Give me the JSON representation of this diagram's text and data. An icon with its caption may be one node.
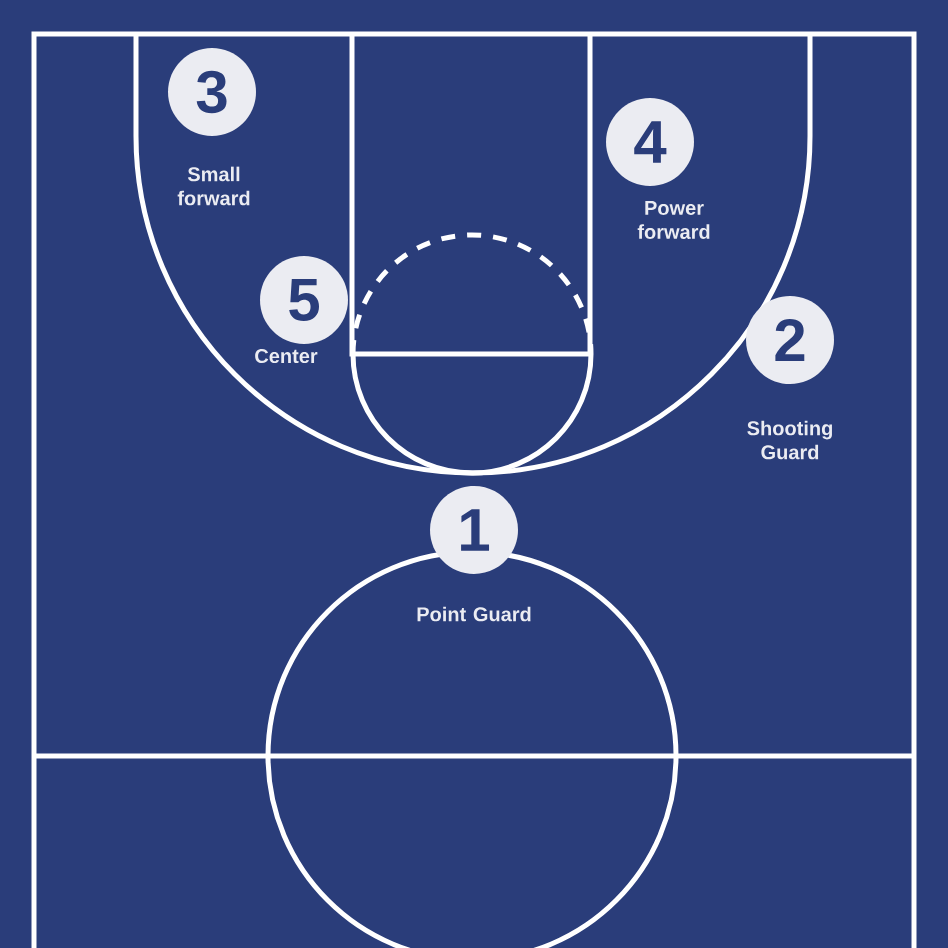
{
  "diagram": {
    "nodes": [
      {
        "text": [
          "3"
        ],
        "beside": [
          "Small forward"
        ]
      },
      {
        "text": [
          "4"
        ],
        "beside": [
          "Power forward"
        ]
      },
      {
        "text": [
          "5"
        ],
        "beside": [
          "Center"
        ]
      },
      {
        "text": [
          "2"
        ],
        "beside": [
          "Shooting Guard"
        ]
      },
      {
        "text": [
          "1"
        ],
        "beside": [
          "Point Guard"
        ]
      }
    ]
  }
}
